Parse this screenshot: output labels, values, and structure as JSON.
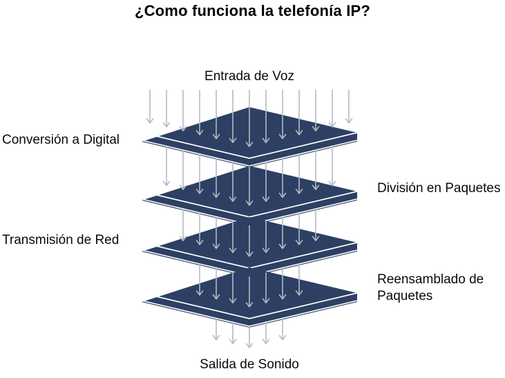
{
  "title": "¿Como funciona la telefonía IP?",
  "diagram": {
    "input_label": "Entrada de Voz",
    "output_label": "Salida de Sonido",
    "layers": [
      {
        "label": "Conversión a Digital",
        "side": "left"
      },
      {
        "label": "División en Paquetes",
        "side": "right"
      },
      {
        "label": "Transmisión de Red",
        "side": "left"
      },
      {
        "label": "Reensamblado de Paquetes",
        "side": "right"
      }
    ],
    "arrow_counts_per_band": [
      13,
      11,
      9,
      7,
      5
    ]
  },
  "colors": {
    "plate": "#2d4063",
    "plate_edge": "#ffffff",
    "arrow": "#b4bac2",
    "text": "#000000",
    "background": "#ffffff"
  }
}
